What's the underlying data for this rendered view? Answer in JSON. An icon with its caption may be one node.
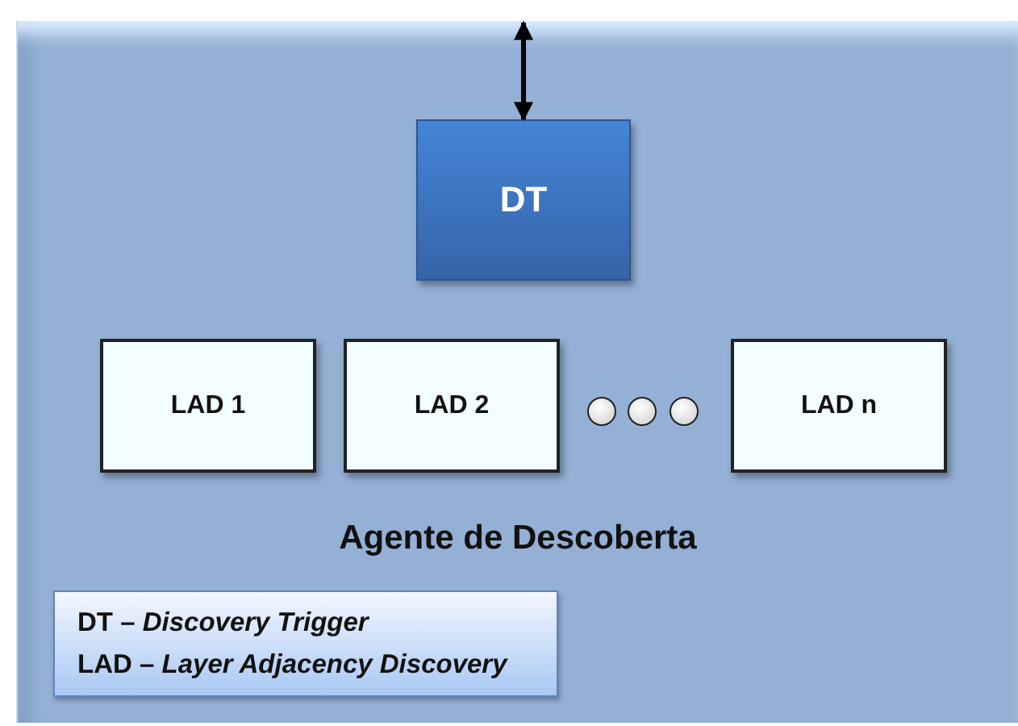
{
  "diagram": {
    "nodes": [
      {
        "text": [
          "Agente de Descoberta"
        ]
      },
      {
        "text": [
          "DT"
        ],
        "in": 0
      },
      {
        "text": [
          "LAD 1"
        ],
        "in": 0
      },
      {
        "text": [
          "LAD 2"
        ],
        "in": 0
      },
      {
        "text": [],
        "shape": "circle",
        "in": 0
      },
      {
        "text": [],
        "shape": "circle",
        "in": 0
      },
      {
        "text": [],
        "shape": "circle",
        "in": 0
      },
      {
        "text": [
          "LAD n"
        ],
        "in": 0
      },
      {
        "text": [
          "DT – *Discovery Trigger*",
          "LAD – *Layer Adjacency Discovery*"
        ],
        "in": 0
      }
    ],
    "edges": [
      {
        "from": null,
        "to": 1,
        "arrow": "both"
      }
    ]
  }
}
